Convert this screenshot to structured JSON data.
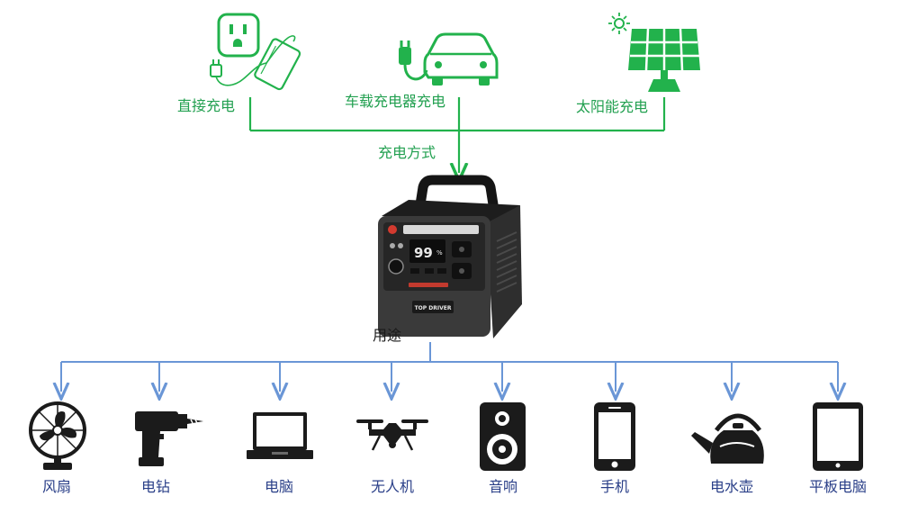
{
  "colors": {
    "green": "#22b24c",
    "blue": "#6a96d6",
    "icon_dark": "#1b1b1b",
    "label_blue": "#2a3f88"
  },
  "charging": {
    "title": "充电方式",
    "sources": [
      {
        "label": "直接充电",
        "icon": "wall-outlet-adapter-icon"
      },
      {
        "label": "车载充电器充电",
        "icon": "car-charger-icon"
      },
      {
        "label": "太阳能充电",
        "icon": "solar-panel-icon"
      }
    ]
  },
  "device": {
    "brand": "TOP DRIVER",
    "display": "99",
    "display_unit": "%"
  },
  "usage": {
    "title": "用途",
    "items": [
      {
        "label": "风扇",
        "icon": "fan-icon"
      },
      {
        "label": "电钻",
        "icon": "drill-icon"
      },
      {
        "label": "电脑",
        "icon": "laptop-icon"
      },
      {
        "label": "无人机",
        "icon": "drone-icon"
      },
      {
        "label": "音响",
        "icon": "speaker-icon"
      },
      {
        "label": "手机",
        "icon": "phone-icon"
      },
      {
        "label": "电水壶",
        "icon": "kettle-icon"
      },
      {
        "label": "平板电脑",
        "icon": "tablet-icon"
      }
    ]
  }
}
